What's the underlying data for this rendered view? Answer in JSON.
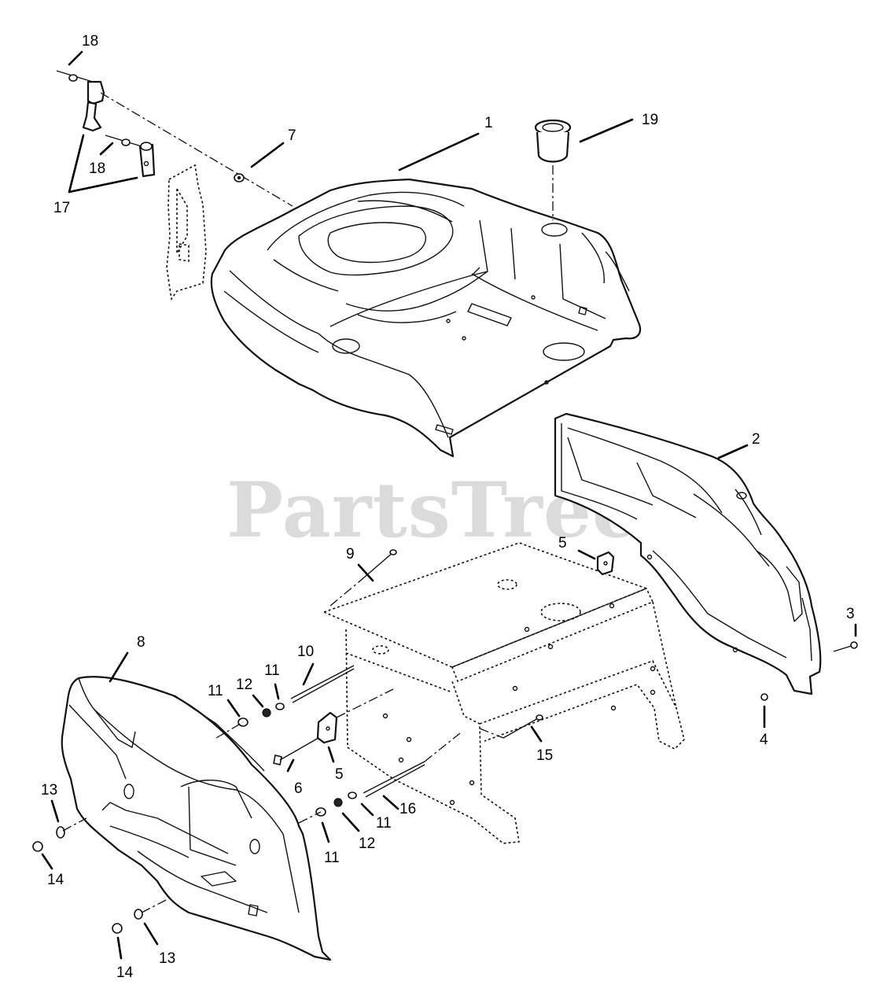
{
  "watermark": "PartsTree",
  "callouts": {
    "c1": "1",
    "c2": "2",
    "c3": "3",
    "c4": "4",
    "c5a": "5",
    "c5b": "5",
    "c6": "6",
    "c7": "7",
    "c8": "8",
    "c9": "9",
    "c10": "10",
    "c11a": "11",
    "c11b": "11",
    "c11c": "11",
    "c11d": "11",
    "c12a": "12",
    "c12b": "12",
    "c13a": "13",
    "c13b": "13",
    "c14a": "14",
    "c14b": "14",
    "c15": "15",
    "c16": "16",
    "c17": "17",
    "c18a": "18",
    "c18b": "18",
    "c19": "19"
  }
}
